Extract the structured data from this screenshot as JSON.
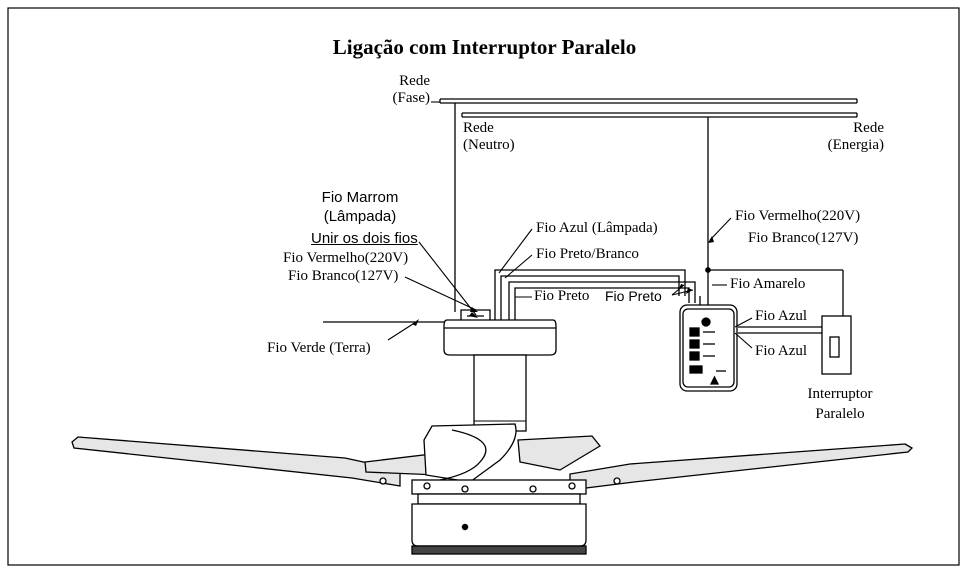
{
  "title": "Ligação com Interruptor Paralelo",
  "labels": {
    "rede_fase": [
      "Rede",
      "(Fase)"
    ],
    "rede_neutro": [
      "Rede",
      "(Neutro)"
    ],
    "rede_energia": [
      "Rede",
      "(Energia)"
    ],
    "fio_marrom": [
      "Fio Marrom",
      "(Lâmpada)"
    ],
    "unir_fios": "Unir os dois fios",
    "fio_vermelho_left": "Fio Vermelho(220V)",
    "fio_branco_left": "Fio Branco(127V)",
    "fio_verde": "Fio Verde (Terra)",
    "fio_azul_lampada": "Fio Azul (Lâmpada)",
    "fio_preto_branco": "Fio Preto/Branco",
    "fio_preto_1": "Fio Preto",
    "fio_preto_2": "Fio Preto",
    "fio_vermelho_right": "Fio Vermelho(220V)",
    "fio_branco_right": "Fio Branco(127V)",
    "fio_amarelo": "Fio Amarelo",
    "fio_azul_1": "Fio Azul",
    "fio_azul_2": "Fio Azul",
    "interruptor": [
      "Interruptor",
      "Paralelo"
    ]
  },
  "colors": {
    "line": "#000000",
    "blade": "#e6e6e6",
    "body": "#ffffff",
    "frame": "#000000"
  }
}
